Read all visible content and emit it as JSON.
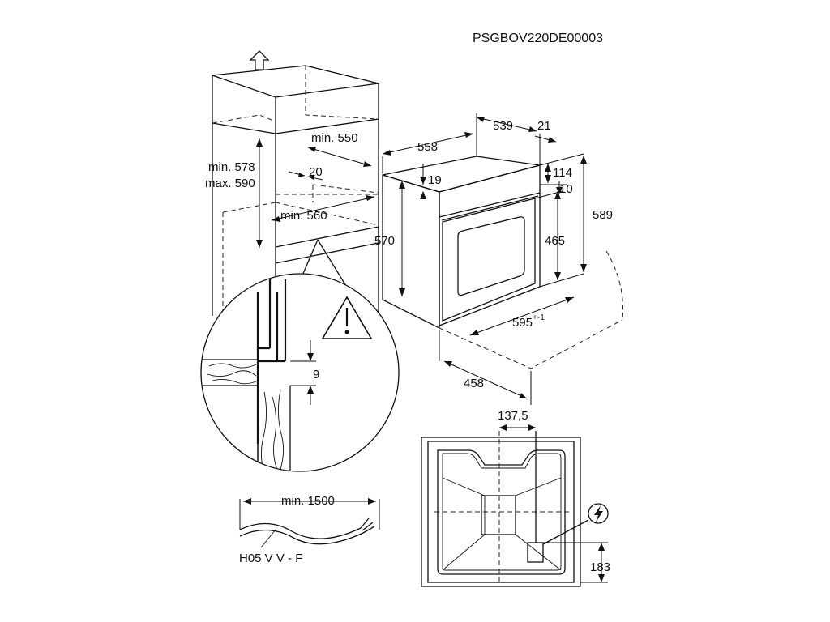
{
  "code": "PSGBOV220DE00003",
  "colors": {
    "line": "#111111",
    "background": "#ffffff"
  },
  "icons": [
    "arrow-up-icon",
    "warning-triangle-icon",
    "electric-connection-icon"
  ],
  "cabinet": {
    "min_width": "min. 550",
    "gap": "20",
    "height_min": "min. 578",
    "height_max": "max. 590",
    "min_depth": "min. 560"
  },
  "detail": {
    "gap": "9"
  },
  "oven": {
    "width": "558",
    "depth": "539",
    "front_offset": "21",
    "top_offset": "19",
    "panel_height": "114",
    "panel_gap": "10",
    "total_height": "589",
    "body_height": "570",
    "door_height": "465",
    "front_width": "595",
    "front_width_tolerance": "+-1",
    "side_depth": "458"
  },
  "back": {
    "connection_width": "137,5",
    "connection_height": "183"
  },
  "cable": {
    "length": "min. 1500",
    "type": "H05 V V - F"
  }
}
